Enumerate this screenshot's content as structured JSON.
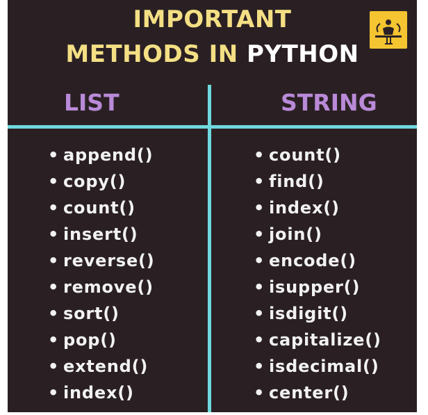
{
  "title": {
    "line1": "IMPORTANT",
    "line2_main": "METHODS IN",
    "line2_accent": "PYTHON"
  },
  "logo": {
    "icon": "coder-logo-icon",
    "color": "#f4c431"
  },
  "columns": {
    "left": {
      "header": "LIST",
      "items": [
        "append()",
        "copy()",
        "count()",
        "insert()",
        "reverse()",
        "remove()",
        "sort()",
        "pop()",
        "extend()",
        "index()"
      ]
    },
    "right": {
      "header": "STRING",
      "items": [
        "count()",
        "find()",
        "index()",
        "join()",
        "encode()",
        "isupper()",
        "isdigit()",
        "capitalize()",
        "isdecimal()",
        "center()"
      ]
    }
  },
  "colors": {
    "background": "#2a2024",
    "title": "#f4df84",
    "header": "#b98ad8",
    "divider": "#6fd8de",
    "text": "#f2f2f2"
  }
}
